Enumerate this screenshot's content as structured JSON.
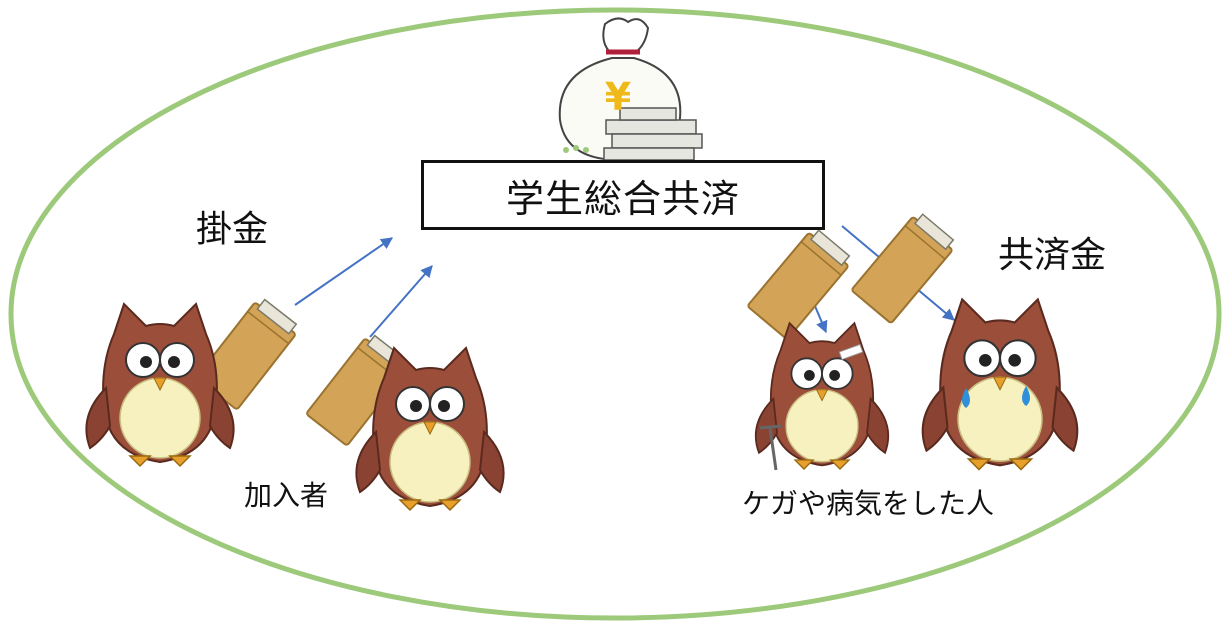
{
  "diagram": {
    "center_label": "学生総合共済",
    "left_label": "掛金",
    "right_label": "共済金",
    "members_label": "加入者",
    "recipients_label": "ケガや病気をした人",
    "money_bag_symbol": "¥"
  },
  "colors": {
    "ellipse": "#9cc97a",
    "arrow": "#4472c4",
    "envelope": "#d3a457",
    "owl_body": "#9b4e3a",
    "owl_belly": "#f6f1bf",
    "owl_feet": "#e8a02c",
    "tear": "#2f8fd8"
  }
}
